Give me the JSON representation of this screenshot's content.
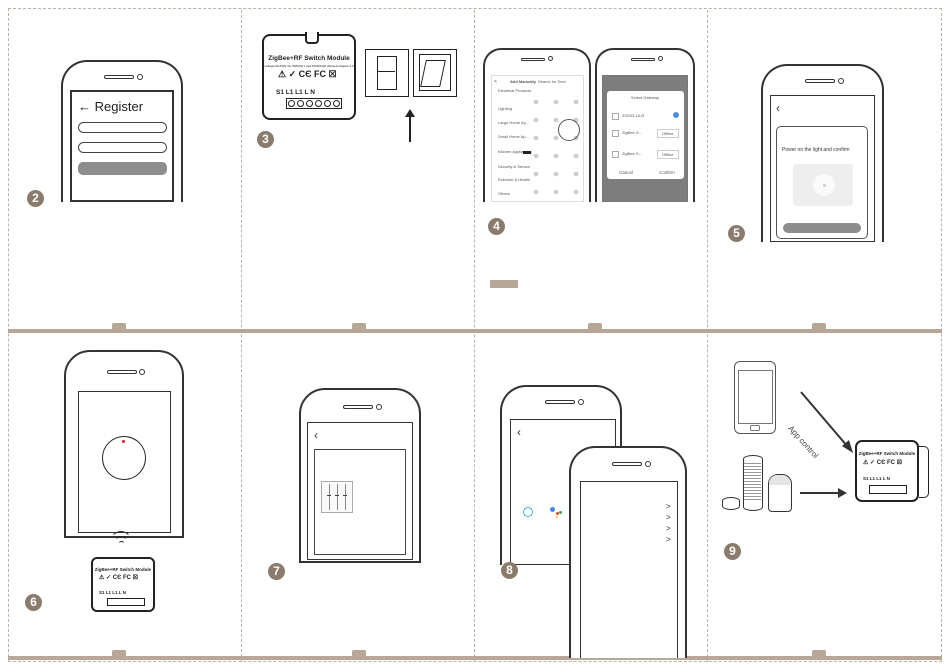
{
  "steps": {
    "s2": "2",
    "s3": "3",
    "s4": "4",
    "s5": "5",
    "s6": "6",
    "s7": "7",
    "s8": "8",
    "s9": "9"
  },
  "panel2": {
    "register_title": "Register"
  },
  "panel3": {
    "module_title": "ZigBee+RF Switch Module",
    "module_spec": "Voltage:90-250V AC 50/60Hz  Load:150W/LED  Wireless:Zigbee 3.0",
    "terminals": "S1 L1 L1  L  N"
  },
  "panel4": {
    "app_header_add": "Add Manually",
    "app_header_scan": "Search for Devi",
    "categories": [
      "Electrical Products",
      "Lighting",
      "Large Home Ap...",
      "Small Home Ap...",
      "Kitchen Appliances",
      "Security & Sensor",
      "Exercise & Health",
      "Others"
    ],
    "gateway_title": "Select Gateway",
    "gateways": [
      {
        "name": "ZG003-16-B",
        "status": ""
      },
      {
        "name": "ZigBee G...",
        "status": "Offline"
      },
      {
        "name": "ZigBee G...",
        "status": "Offline"
      }
    ],
    "cancel": "Cancel",
    "confirm": "Confirm"
  },
  "panel5": {
    "prompt": "Power on the light and confirm"
  },
  "panel6": {
    "module_title": "ZigBee+RF Switch Module",
    "terminals": "S1 L1 L1  L  N"
  },
  "panel9": {
    "app_control": "App control",
    "module_title": "ZigBee+RF Switch Module",
    "terminals": "S1 L1 L1  L  N"
  },
  "colors": {
    "accent": "#8a7b6c",
    "band": "#b6a797",
    "dash": "#bdb2a6",
    "pill": "#8d8d8d",
    "dialog_dot": "#4a90d9"
  }
}
